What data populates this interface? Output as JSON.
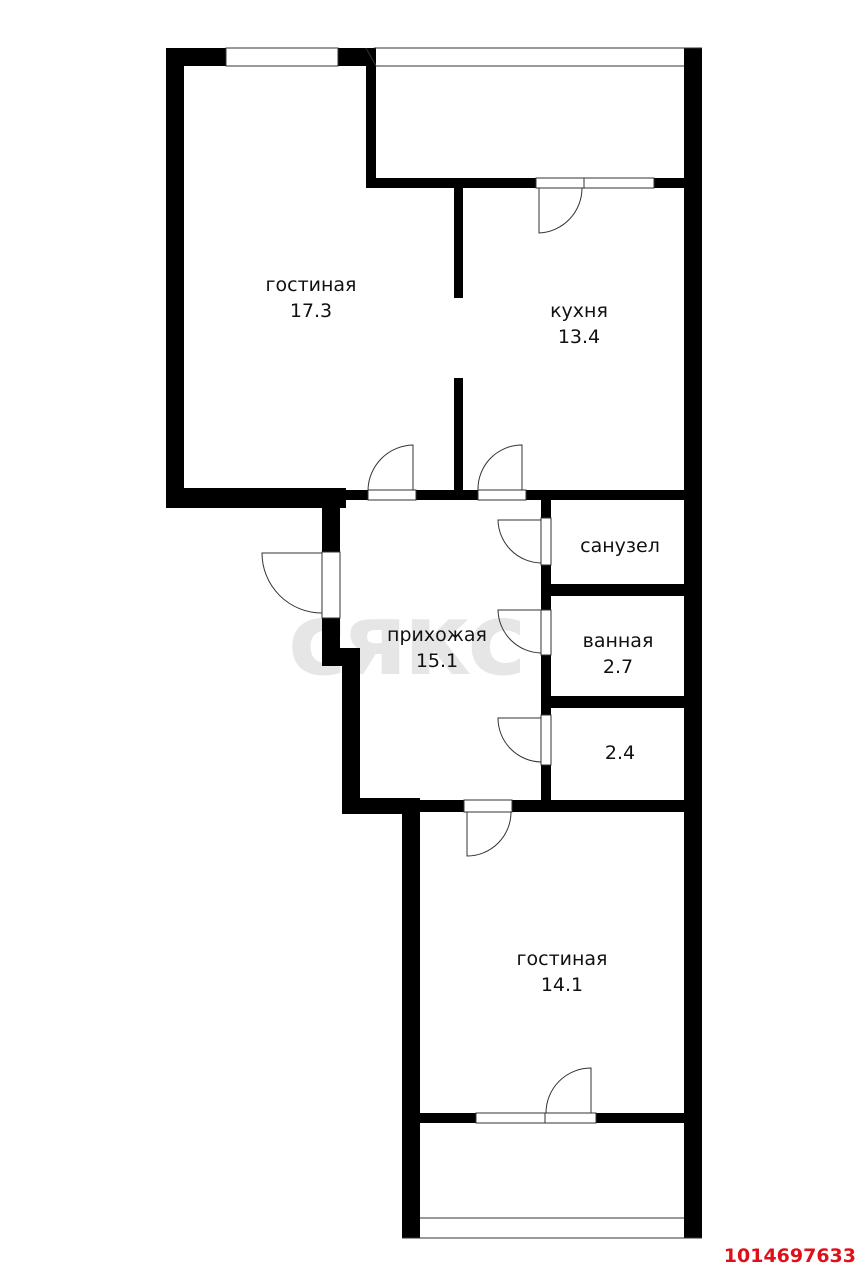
{
  "plan": {
    "watermark": "сякс",
    "listing_id": "1014697633",
    "colors": {
      "wall": "#000000",
      "watermark": "#e6e6e6",
      "listing_id": "#e0101a"
    }
  },
  "rooms": [
    {
      "name": "гостиная",
      "area": "17.3"
    },
    {
      "name": "кухня",
      "area": "13.4"
    },
    {
      "name": "санузел",
      "area": ""
    },
    {
      "name": "прихожая",
      "area": "15.1"
    },
    {
      "name": "ванная",
      "area": "2.7"
    },
    {
      "name": "",
      "area": "2.4"
    },
    {
      "name": "гостиная",
      "area": "14.1"
    }
  ]
}
